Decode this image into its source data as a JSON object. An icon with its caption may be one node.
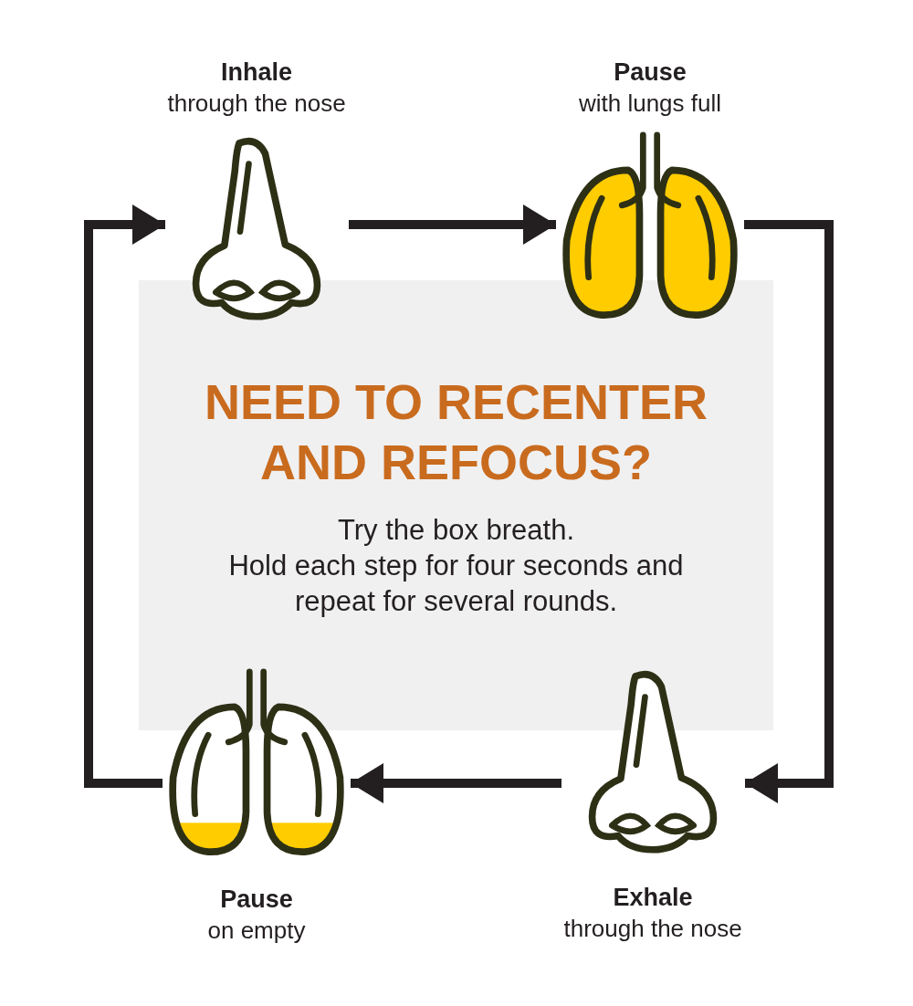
{
  "diagram": {
    "nodes": [
      {
        "text": [
          "Inhale",
          "through the nose"
        ]
      },
      {
        "text": [
          "Pause",
          "with lungs full"
        ]
      },
      {
        "text": [
          "NEED TO RECENTER AND REFOCUS?",
          "Try the box breath.",
          "Hold each step for four seconds and repeat for several rounds."
        ]
      },
      {
        "text": [
          "Pause",
          "on empty"
        ]
      },
      {
        "text": [
          "Exhale",
          "through the nose"
        ]
      }
    ],
    "edges": [
      {
        "from": 0,
        "to": 1,
        "arrow": "to"
      },
      {
        "from": 1,
        "to": 4,
        "arrow": "to"
      },
      {
        "from": 4,
        "to": 3,
        "arrow": "to"
      },
      {
        "from": 3,
        "to": 0,
        "arrow": "to"
      }
    ]
  }
}
